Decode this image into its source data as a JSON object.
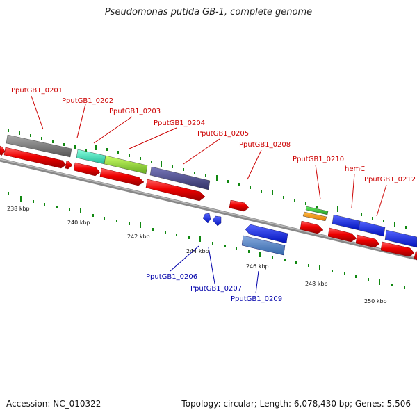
{
  "title": "Pseudomonas putida GB-1, complete genome",
  "footer": {
    "accession": "Accession: NC_010322",
    "summary": "Topology: circular; Length: 6,078,430 bp; Genes: 5,506"
  },
  "scale_labels": [
    "238 kbp",
    "240 kbp",
    "242 kbp",
    "244 kbp",
    "246 kbp",
    "248 kbp",
    "250 kbp"
  ],
  "forward_labels": [
    "PputGB1_0201",
    "PputGB1_0202",
    "PputGB1_0203",
    "PputGB1_0204",
    "PputGB1_0205",
    "PputGB1_0208",
    "PputGB1_0210",
    "hemC",
    "PputGB1_0212"
  ],
  "reverse_labels": [
    "PputGB1_0206",
    "PputGB1_0207",
    "PputGB1_0209"
  ],
  "colors": {
    "cds": "#ee0000",
    "forward_label": "#cc0000",
    "reverse_label": "#0000aa",
    "backbone": "#888888",
    "ticks": "#118811",
    "gray_feature": "#777777",
    "cyan_feature": "#33ddaa",
    "lime_feature": "#99dd33",
    "navy_feature": "#444488",
    "blue_feature": "#0a1ee6",
    "steel_feature": "#4a7fbf",
    "green_feature": "#33bb33",
    "orange_feature": "#ee8800"
  }
}
